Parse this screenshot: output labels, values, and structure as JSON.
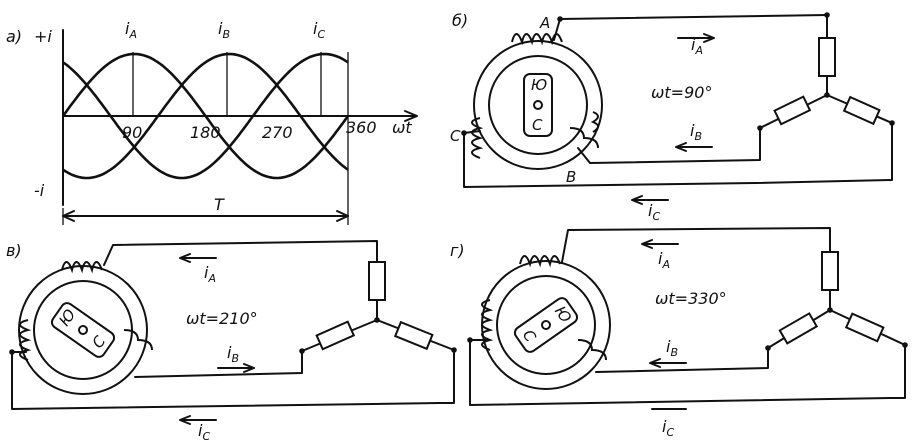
{
  "chart": {
    "panel_label": "а)",
    "y_pos": "+i",
    "y_neg": "-i",
    "x_label": "ωt",
    "ticks": [
      "90",
      "180",
      "270",
      "360"
    ],
    "curve_labels": [
      {
        "base": "i",
        "sub": "A"
      },
      {
        "base": "i",
        "sub": "B"
      },
      {
        "base": "i",
        "sub": "C"
      }
    ],
    "period": "T"
  },
  "panels": [
    {
      "label": "б)",
      "angle": "ωt=90°",
      "currents": [
        {
          "base": "i",
          "sub": "A"
        },
        {
          "base": "i",
          "sub": "B"
        },
        {
          "base": "i",
          "sub": "C"
        }
      ],
      "phases": [
        "A",
        "B",
        "C"
      ]
    },
    {
      "label": "в)",
      "angle": "ωt=210°",
      "currents": [
        {
          "base": "i",
          "sub": "A"
        },
        {
          "base": "i",
          "sub": "B"
        },
        {
          "base": "i",
          "sub": "C"
        }
      ]
    },
    {
      "label": "г)",
      "angle": "ωt=330°",
      "currents": [
        {
          "base": "i",
          "sub": "A"
        },
        {
          "base": "i",
          "sub": "B"
        },
        {
          "base": "i",
          "sub": "C"
        }
      ]
    }
  ],
  "rotor_poles": [
    "Ю",
    "С"
  ]
}
